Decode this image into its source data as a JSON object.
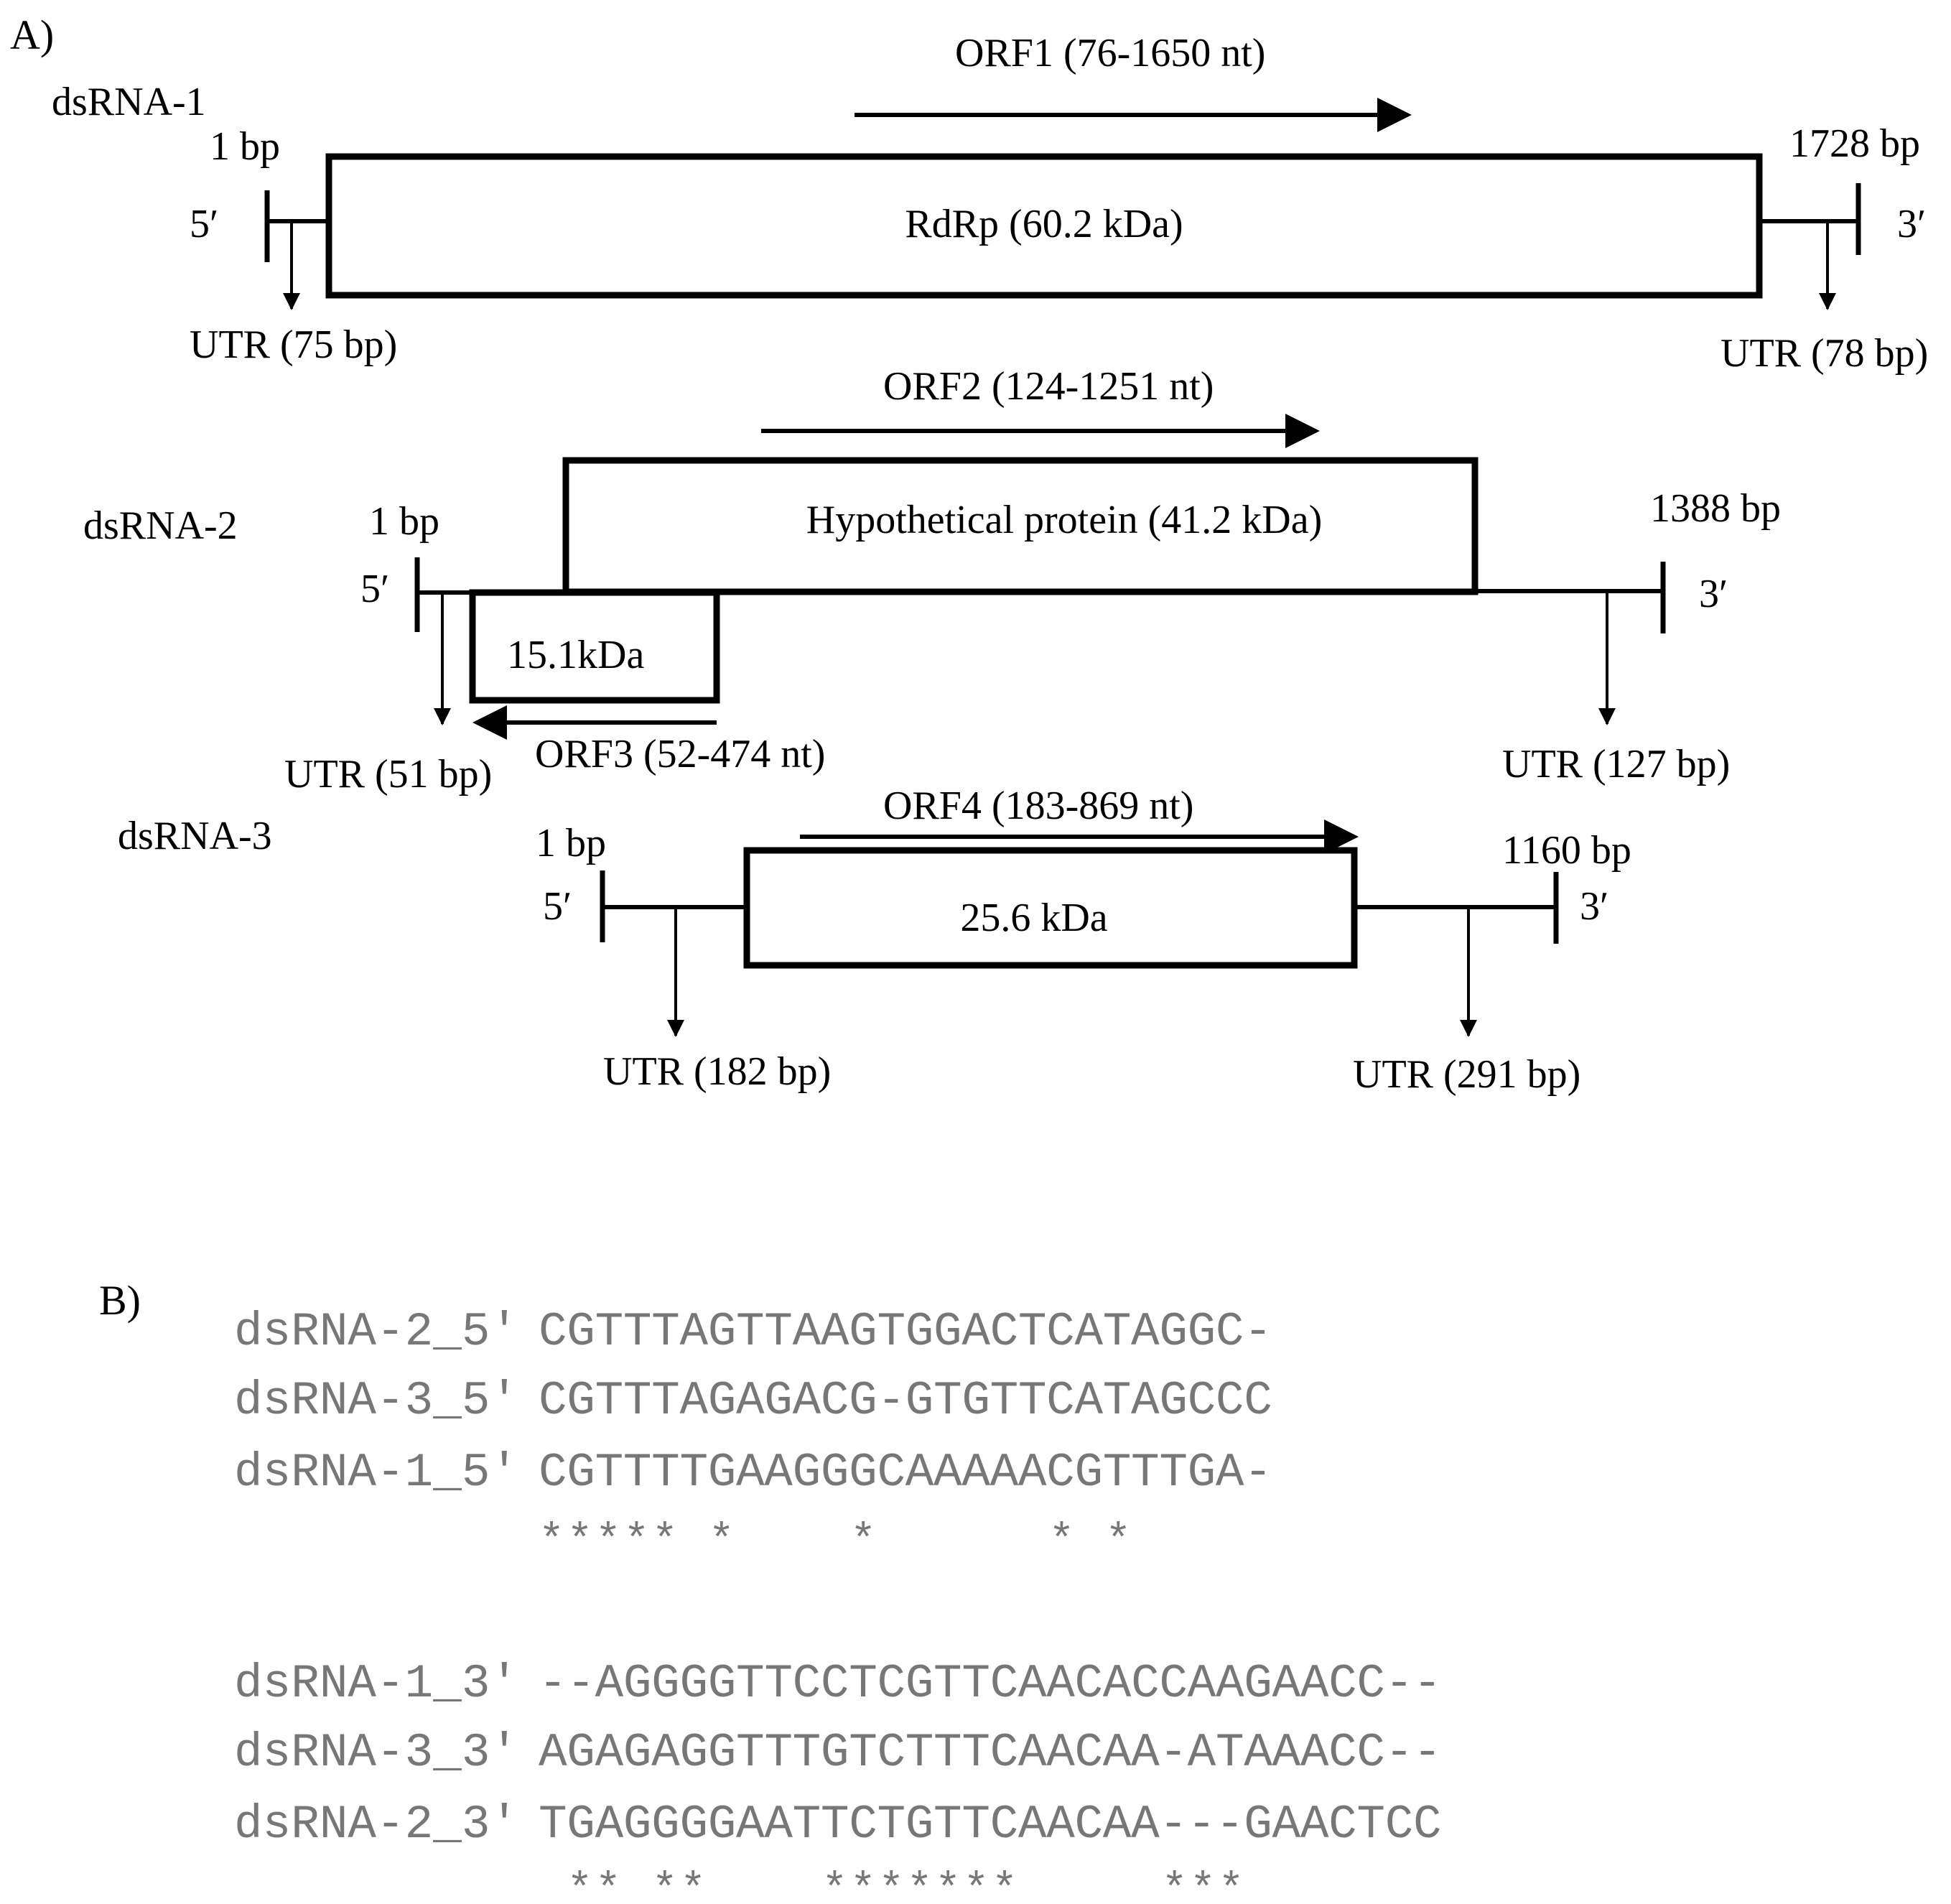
{
  "panel_a": {
    "label": "A)",
    "dsrna1": {
      "name": "dsRNA-1",
      "start": "1 bp",
      "end": "1728 bp",
      "five_prime": "5′",
      "three_prime": "3′",
      "orf": "ORF1 (76-1650 nt)",
      "box": "RdRp (60.2 kDa)",
      "utr5": "UTR (75 bp)",
      "utr3": "UTR (78 bp)"
    },
    "dsrna2": {
      "name": "dsRNA-2",
      "start": "1 bp",
      "end": "1388 bp",
      "five_prime": "5′",
      "three_prime": "3′",
      "orf2": "ORF2 (124-1251 nt)",
      "box_main": "Hypothetical protein (41.2 kDa)",
      "box_small": "15.1kDa",
      "orf3": "ORF3 (52-474 nt)",
      "utr5": "UTR (51 bp)",
      "utr3": "UTR (127 bp)"
    },
    "dsrna3": {
      "name": "dsRNA-3",
      "start": "1 bp",
      "end": "1160 bp",
      "five_prime": "5′",
      "three_prime": "3′",
      "orf": "ORF4 (183-869 nt)",
      "box": "25.6 kDa",
      "utr5": "UTR (182 bp)",
      "utr3": "UTR (291 bp)"
    }
  },
  "panel_b": {
    "label": "B)",
    "block5": {
      "rows": [
        {
          "name": "dsRNA-2_5′",
          "seq": "CGTTTAGTTAAGTGGACTCATAGGC-"
        },
        {
          "name": "dsRNA-3_5′",
          "seq": "CGTTTAGAGACG-GTGTTCATAGCCC"
        },
        {
          "name": "dsRNA-1_5′",
          "seq": "CGTTTTGAAGGGCAAAAACGTTTGA-"
        }
      ],
      "conservation": "***** *    *      * *"
    },
    "block3": {
      "rows": [
        {
          "name": "dsRNA-1_3′",
          "seq": "--AGGGGTTCCTCGTTCAACACCAAGAACC--"
        },
        {
          "name": "dsRNA-3_3′",
          "seq": "AGAGAGGTTTGTCTTTCAACAA-ATAAACC--"
        },
        {
          "name": "dsRNA-2_3′",
          "seq": "TGAGGGGAATTCTGTTCAACAA---GAACTCC"
        }
      ],
      "conservation": " ** **    *******     ***"
    }
  }
}
